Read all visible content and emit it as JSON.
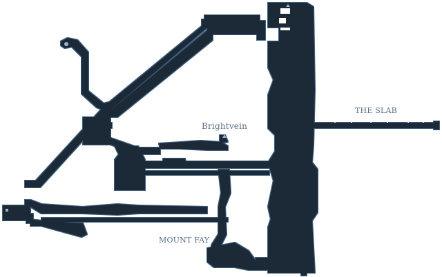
{
  "map": {
    "labels": {
      "brightvein": "Brightvein",
      "the_slab": "THE SLAB",
      "mount_fay": "MOUNT FAY"
    },
    "colors": {
      "room_fill": "#1c2a39",
      "room_outline": "#2f4a66",
      "label_text": "#5a6f86",
      "background": "#ffffff"
    },
    "icons": [
      "bench-icon",
      "transition-icon"
    ]
  }
}
